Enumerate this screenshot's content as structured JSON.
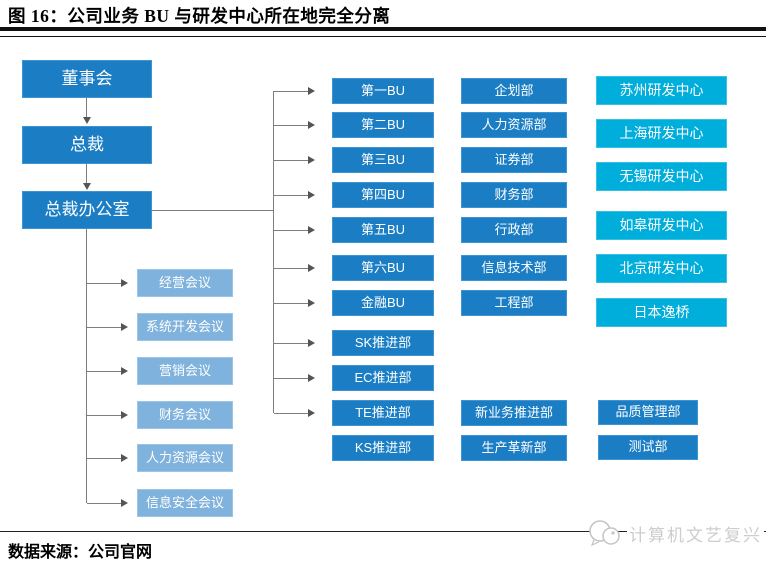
{
  "figure": {
    "title": "图 16：公司业务 BU 与研发中心所在地完全分离",
    "source": "数据来源：公司官网",
    "watermark": "计算机文艺复兴"
  },
  "org": {
    "executive_chain": [
      "董事会",
      "总裁",
      "总裁办公室"
    ],
    "meetings": [
      "经营会议",
      "系统开发会议",
      "营销会议",
      "财务会议",
      "人力资源会议",
      "信息安全会议"
    ],
    "business_units": [
      "第一BU",
      "第二BU",
      "第三BU",
      "第四BU",
      "第五BU",
      "第六BU",
      "金融BU",
      "SK推进部",
      "EC推进部",
      "TE推进部",
      "KS推进部"
    ],
    "departments": [
      "企划部",
      "人力资源部",
      "证券部",
      "财务部",
      "行政部",
      "信息技术部",
      "工程部"
    ],
    "bottom_departments": [
      "新业务推进部",
      "生产革新部"
    ],
    "rnd_centers": [
      "苏州研发中心",
      "上海研发中心",
      "无锡研发中心",
      "如皋研发中心",
      "北京研发中心",
      "日本逸桥"
    ],
    "quality_departments": [
      "品质管理部",
      "测试部"
    ]
  },
  "colors": {
    "box_dark_blue": "#1b7ec4",
    "box_light_blue": "#7fb2dc",
    "box_cyan": "#00aedc",
    "connector_gray": "#7d7d7d",
    "watermark_gray": "#cdcdcd"
  }
}
